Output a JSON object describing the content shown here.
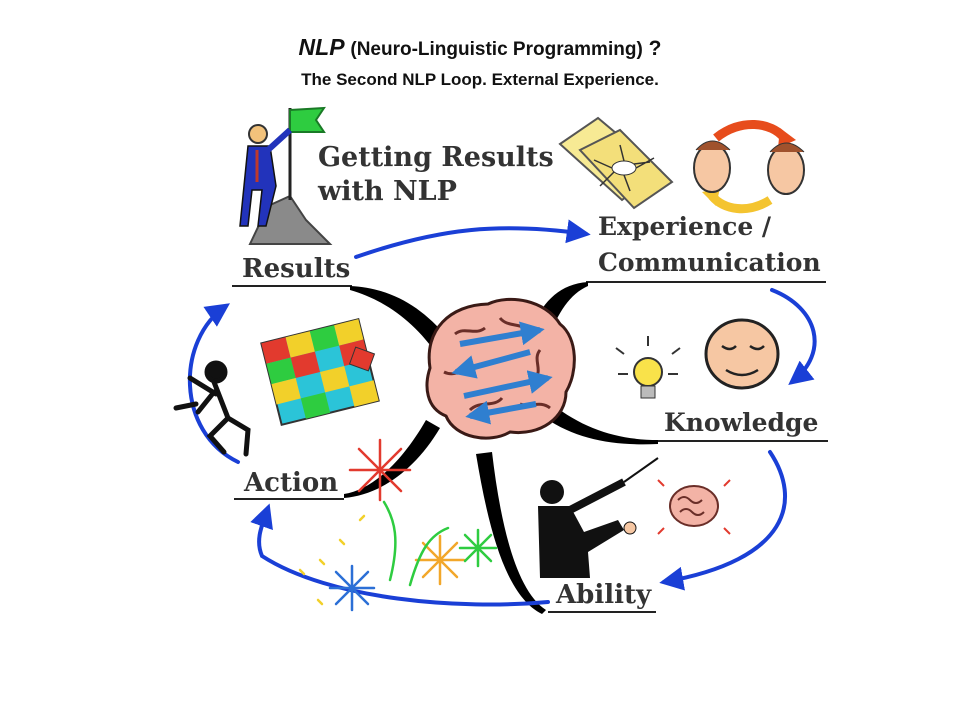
{
  "title": {
    "main_emphasis": "NLP",
    "main_rest": "(Neuro-Linguistic Programming)",
    "question_mark": "?",
    "subtitle": "The Second NLP Loop. External Experience."
  },
  "diagram": {
    "banner_line1": "Getting Results",
    "banner_line2": "with NLP",
    "nodes": {
      "results": "Results",
      "experience_line1": "Experience /",
      "experience_line2": "Communication",
      "knowledge": "Knowledge",
      "ability": "Ability",
      "action": "Action"
    },
    "colors": {
      "arrow": "#1a3fd6",
      "brain": "#f3b3a6",
      "brain_arrow": "#2f7fd0",
      "flag": "#2ecc40",
      "label": "#333333"
    }
  }
}
